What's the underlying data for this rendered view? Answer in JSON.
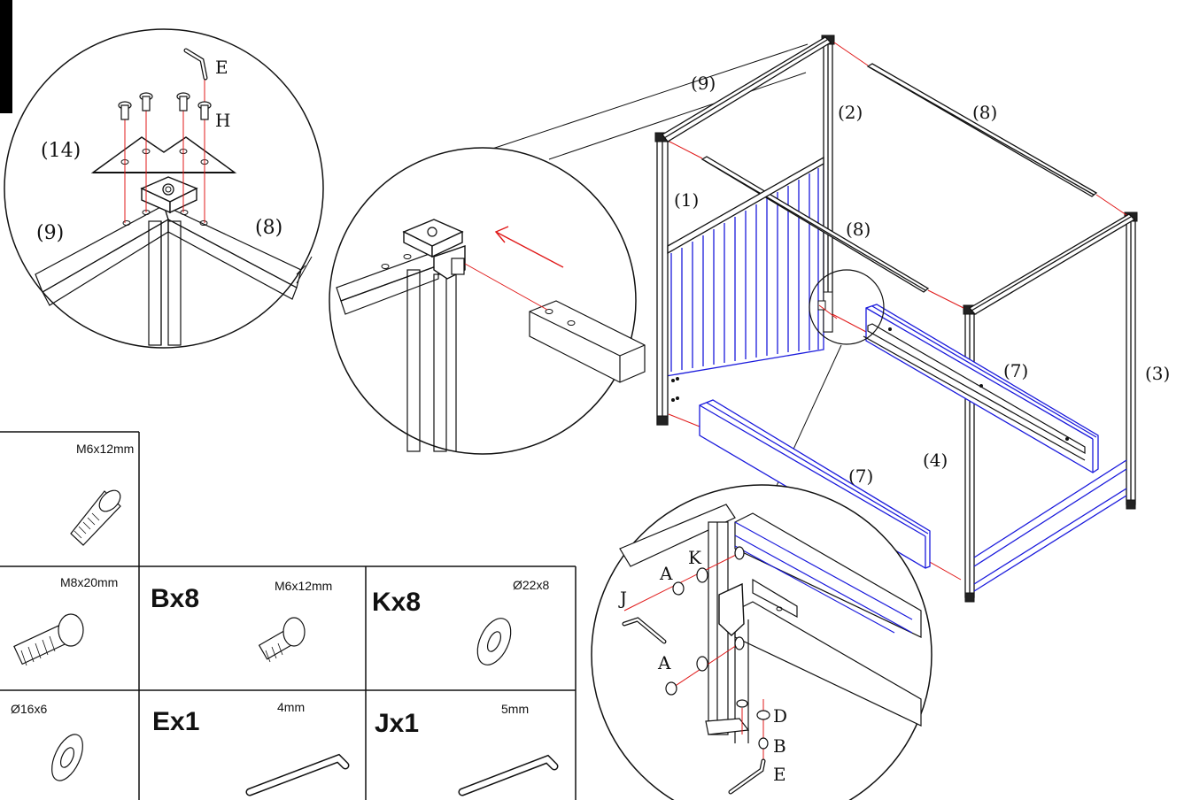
{
  "colors": {
    "line": "#111111",
    "guide": "#e01818",
    "panel": "#1a1adc",
    "background": "#ffffff"
  },
  "frame_labels": {
    "p1": "(1)",
    "p2": "(2)",
    "p3": "(3)",
    "p4": "(4)",
    "p7a": "(7)",
    "p7b": "(7)",
    "p8a": "(8)",
    "p8b": "(8)",
    "p9": "(9)"
  },
  "detail_top": {
    "label_e": "E",
    "label_h": "H",
    "label_14": "(14)",
    "label_9": "(9)",
    "label_8": "(8)"
  },
  "detail_bottom": {
    "label_k": "K",
    "label_a1": "A",
    "label_a2": "A",
    "label_j": "J",
    "label_d": "D",
    "label_b": "B",
    "label_e": "E"
  },
  "parts_table": [
    {
      "code": "",
      "size": "M6x12mm",
      "icon": "countersunk-bolt-icon"
    },
    {
      "code": "",
      "size": "M8x20mm",
      "icon": "hex-socket-bolt-icon"
    },
    {
      "code": "Bx8",
      "size": "M6x12mm",
      "icon": "short-bolt-icon"
    },
    {
      "code": "Kx8",
      "size": "Ø22x8",
      "icon": "washer-icon"
    },
    {
      "code": "",
      "size": "Ø16x6",
      "icon": "small-washer-icon"
    },
    {
      "code": "Ex1",
      "size": "4mm",
      "icon": "allen-key-icon"
    },
    {
      "code": "Jx1",
      "size": "5mm",
      "icon": "allen-key-icon"
    }
  ]
}
